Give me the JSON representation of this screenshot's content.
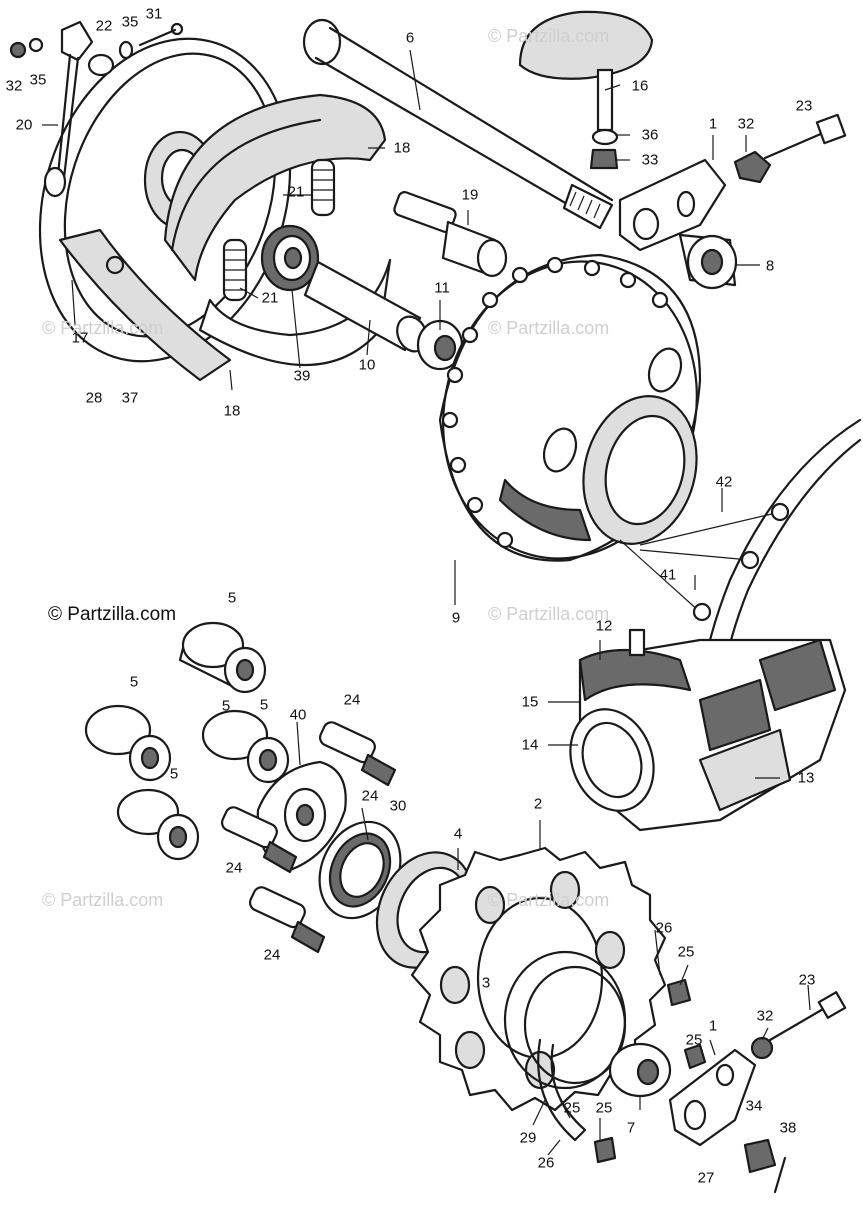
{
  "copyright": "© Partzilla.com",
  "watermarks": [
    "© Partzilla.com",
    "© Partzilla.com",
    "© Partzilla.com",
    "© Partzilla.com",
    "© Partzilla.com",
    "© Partzilla.com"
  ],
  "callouts": [
    "32",
    "35",
    "22",
    "35",
    "31",
    "20",
    "17",
    "28",
    "37",
    "18",
    "21",
    "21",
    "39",
    "10",
    "11",
    "18",
    "6",
    "19",
    "16",
    "36",
    "33",
    "1",
    "32",
    "23",
    "8",
    "9",
    "42",
    "41",
    "12",
    "15",
    "14",
    "13",
    "5",
    "5",
    "5",
    "5",
    "5",
    "40",
    "24",
    "24",
    "30",
    "24",
    "24",
    "4",
    "2",
    "3",
    "26",
    "25",
    "23",
    "32",
    "25",
    "1",
    "34",
    "25",
    "25",
    "29",
    "26",
    "7",
    "27",
    "38"
  ]
}
